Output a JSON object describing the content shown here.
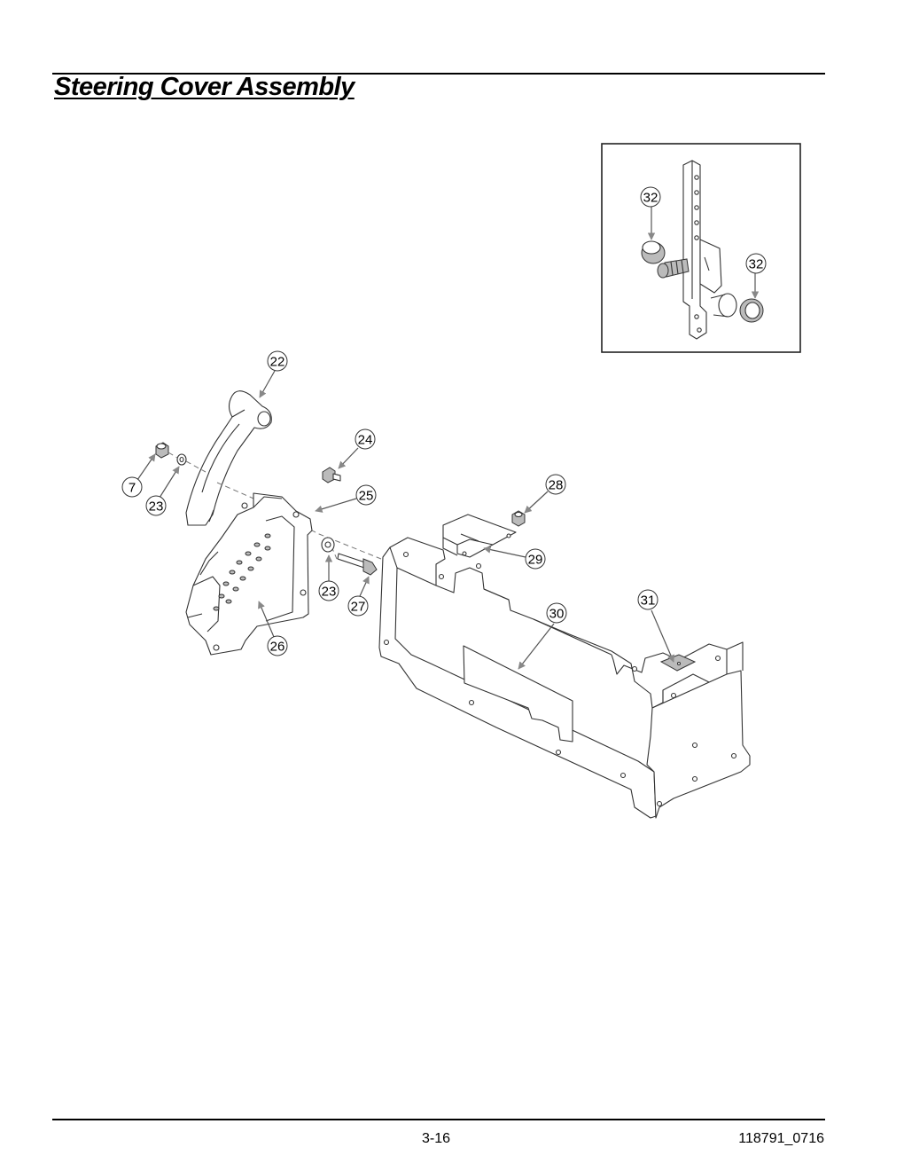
{
  "document": {
    "title": "Steering Cover Assembly",
    "page_number": "3-16",
    "doc_code": "118791_0716"
  },
  "callouts": [
    {
      "id": "c22",
      "label": "22"
    },
    {
      "id": "c24",
      "label": "24"
    },
    {
      "id": "c7",
      "label": "7"
    },
    {
      "id": "c23a",
      "label": "23"
    },
    {
      "id": "c25",
      "label": "25"
    },
    {
      "id": "c28",
      "label": "28"
    },
    {
      "id": "c29",
      "label": "29"
    },
    {
      "id": "c23b",
      "label": "23"
    },
    {
      "id": "c27",
      "label": "27"
    },
    {
      "id": "c26",
      "label": "26"
    },
    {
      "id": "c30",
      "label": "30"
    },
    {
      "id": "c31",
      "label": "31"
    },
    {
      "id": "c32a",
      "label": "32"
    },
    {
      "id": "c32b",
      "label": "32"
    }
  ]
}
